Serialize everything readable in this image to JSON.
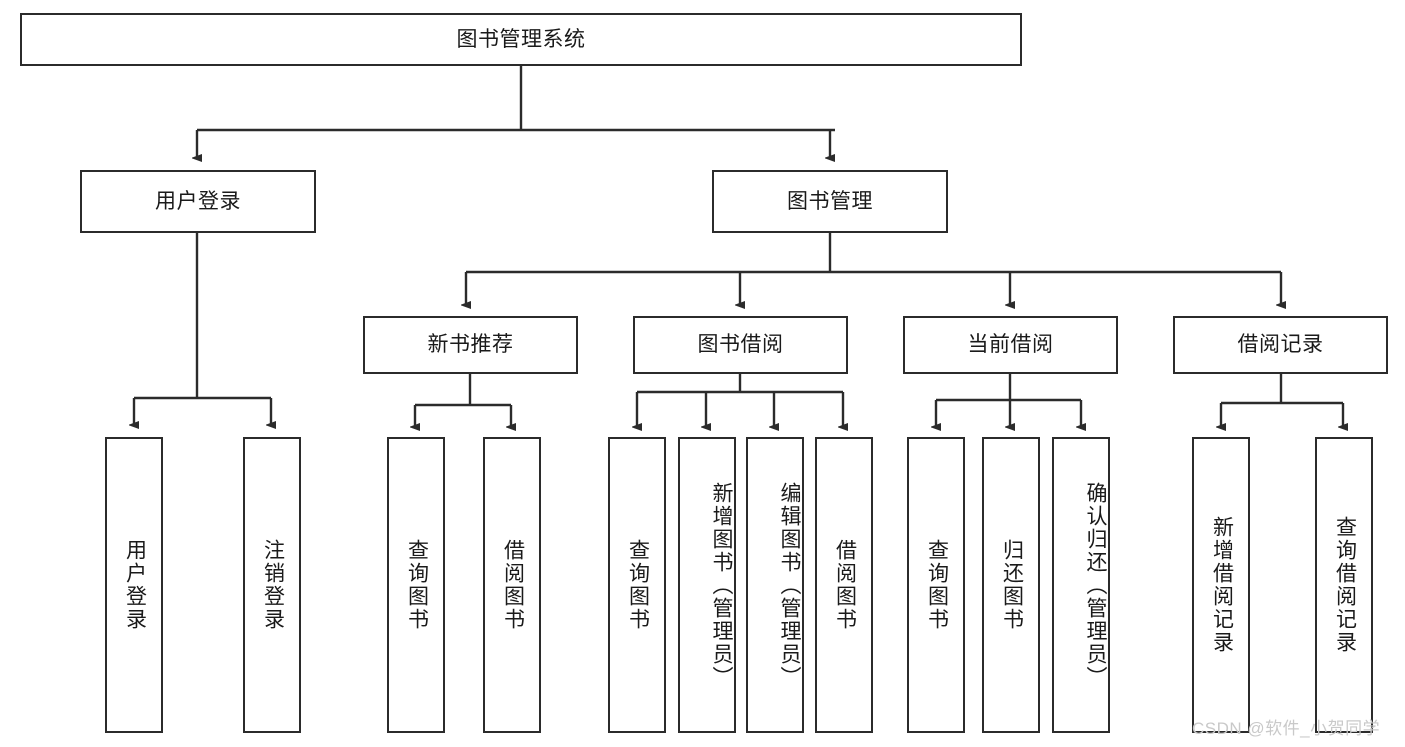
{
  "diagram": {
    "title": "图书管理系统",
    "type": "hierarchy-tree",
    "watermark": "CSDN @软件_小贺同学",
    "colors": {
      "border": "#2b2b2b",
      "background": "#ffffff",
      "text": "#1a1a1a",
      "watermark": "#c9c9c9"
    },
    "root": {
      "label": "图书管理系统"
    },
    "level2": [
      {
        "label": "用户登录"
      },
      {
        "label": "图书管理"
      }
    ],
    "level3": [
      {
        "label": "新书推荐"
      },
      {
        "label": "图书借阅"
      },
      {
        "label": "当前借阅"
      },
      {
        "label": "借阅记录"
      }
    ],
    "leaves": {
      "user_login": [
        {
          "label": "用户登录"
        },
        {
          "label": "注销登录"
        }
      ],
      "new_book_recommend": [
        {
          "label": "查询图书"
        },
        {
          "label": "借阅图书"
        }
      ],
      "book_borrow": [
        {
          "label": "查询图书"
        },
        {
          "label": "新增图书（管理员）"
        },
        {
          "label": "编辑图书（管理员）"
        },
        {
          "label": "借阅图书"
        }
      ],
      "current_borrow": [
        {
          "label": "查询图书"
        },
        {
          "label": "归还图书"
        },
        {
          "label": "确认归还（管理员）"
        }
      ],
      "borrow_record": [
        {
          "label": "新增借阅记录"
        },
        {
          "label": "查询借阅记录"
        }
      ]
    }
  }
}
